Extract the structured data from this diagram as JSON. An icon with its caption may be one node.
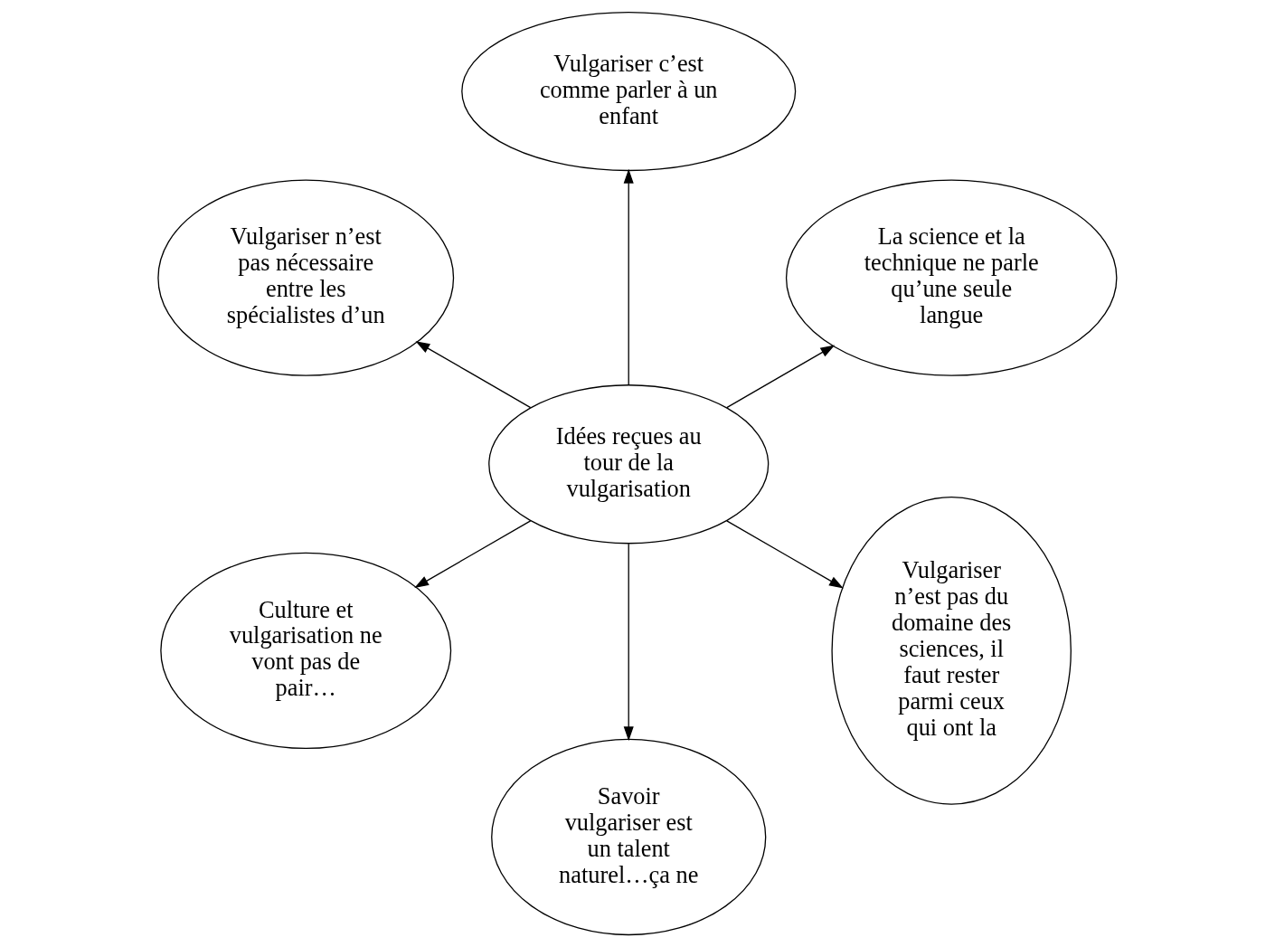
{
  "diagram": {
    "nodes": [
      {
        "text": [
          "Idées reçues au tour de la vulgarisation"
        ]
      },
      {
        "text": [
          "La science et la technique ne parle qu’une seule langue"
        ]
      },
      {
        "text": [
          "Vulgariser c’est comme parler à un enfant"
        ]
      },
      {
        "text": [
          "Vulgariser n’est pas nécessaire entre les spécialistes d’un"
        ]
      },
      {
        "text": [
          "Culture et vulgarisation ne vont pas de pair…"
        ]
      },
      {
        "text": [
          "Savoir vulgariser est un talent naturel…ça ne"
        ]
      },
      {
        "text": [
          "Vulgariser n’est pas du domaine des sciences, il faut rester parmi ceux qui ont la"
        ]
      }
    ],
    "edges": [
      {
        "from": 0,
        "to": 1,
        "arrow": "to"
      },
      {
        "from": 0,
        "to": 2,
        "arrow": "to"
      },
      {
        "from": 0,
        "to": 3,
        "arrow": "to"
      },
      {
        "from": 0,
        "to": 4,
        "arrow": "to"
      },
      {
        "from": 0,
        "to": 5,
        "arrow": "to"
      },
      {
        "from": 0,
        "to": 6,
        "arrow": "to"
      }
    ]
  }
}
